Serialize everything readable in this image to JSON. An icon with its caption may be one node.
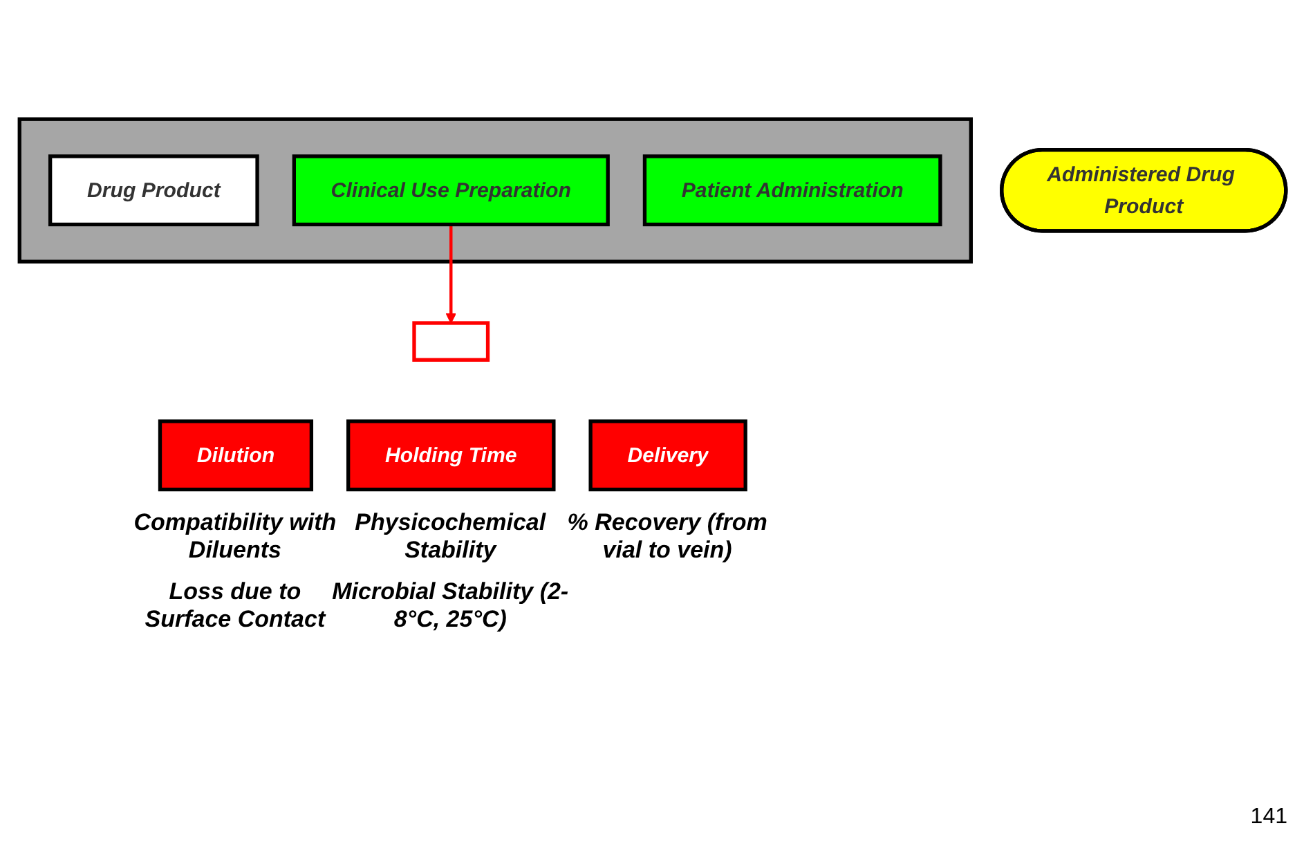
{
  "diagram": {
    "nodes": [
      {
        "text": [],
        "shape": "arrow"
      },
      {
        "text": [
          "Drug Product"
        ],
        "in": 0
      },
      {
        "text": [
          "Clinical Use Preparation"
        ],
        "in": 0
      },
      {
        "text": [
          "Patient Administration"
        ],
        "in": 0
      },
      {
        "text": [
          "Administered Drug Product"
        ]
      },
      {
        "text": [],
        "shape": "bracket"
      },
      {
        "text": [
          "Dilution"
        ],
        "beside": [
          "Compatibility with Diluents",
          "Loss due to Surface Contact"
        ]
      },
      {
        "text": [
          "Holding Time"
        ],
        "beside": [
          "Physicochemical Stability",
          "Microbial Stability (2-8°C, 25°C)"
        ]
      },
      {
        "text": [
          "Delivery"
        ],
        "beside": [
          "% Recovery (from vial to vein)"
        ]
      }
    ],
    "edges": [
      {
        "from": 2,
        "to": 5,
        "arrow": "to",
        "color": "#ff0000"
      }
    ],
    "labels": [
      "141"
    ]
  }
}
